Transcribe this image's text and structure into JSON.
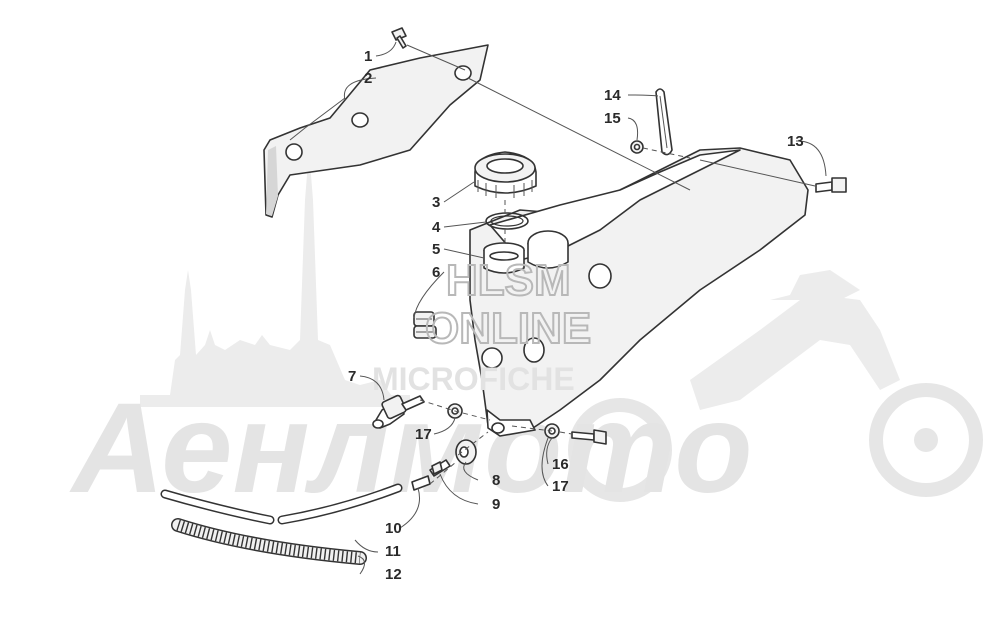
{
  "watermark": {
    "brand_text": "Аенлмото",
    "site_line1": "HLSM",
    "site_line2": "ONLINE",
    "site_line3": "MICROFICHE"
  },
  "callouts": [
    "1",
    "2",
    "3",
    "4",
    "5",
    "6",
    "7",
    "8",
    "9",
    "10",
    "11",
    "12",
    "13",
    "14",
    "15",
    "16",
    "17"
  ],
  "callout_17_second": "17"
}
